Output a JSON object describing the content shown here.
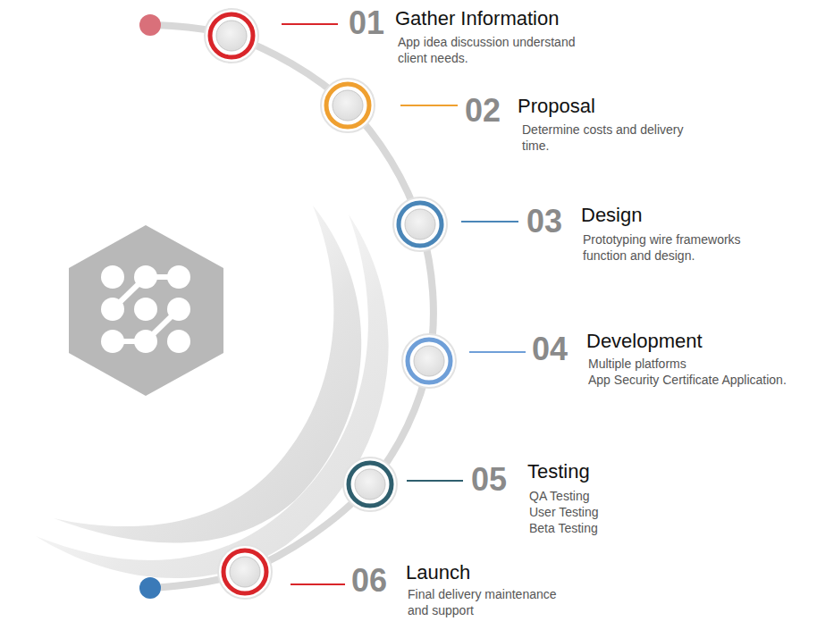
{
  "diagram": {
    "labels": [
      "01",
      "Gather Information",
      "App idea discussion understand client needs.",
      "02",
      "Proposal",
      "Determine costs and delivery time.",
      "03",
      "Design",
      "Prototyping wire frameworks function and design.",
      "04",
      "Development",
      "Multiple platforms",
      "App Security Certificate Application.",
      "05",
      "Testing",
      "QA Testing",
      "User Testing",
      "Beta Testing",
      "06",
      "Launch",
      "Final delivery maintenance and support"
    ]
  }
}
